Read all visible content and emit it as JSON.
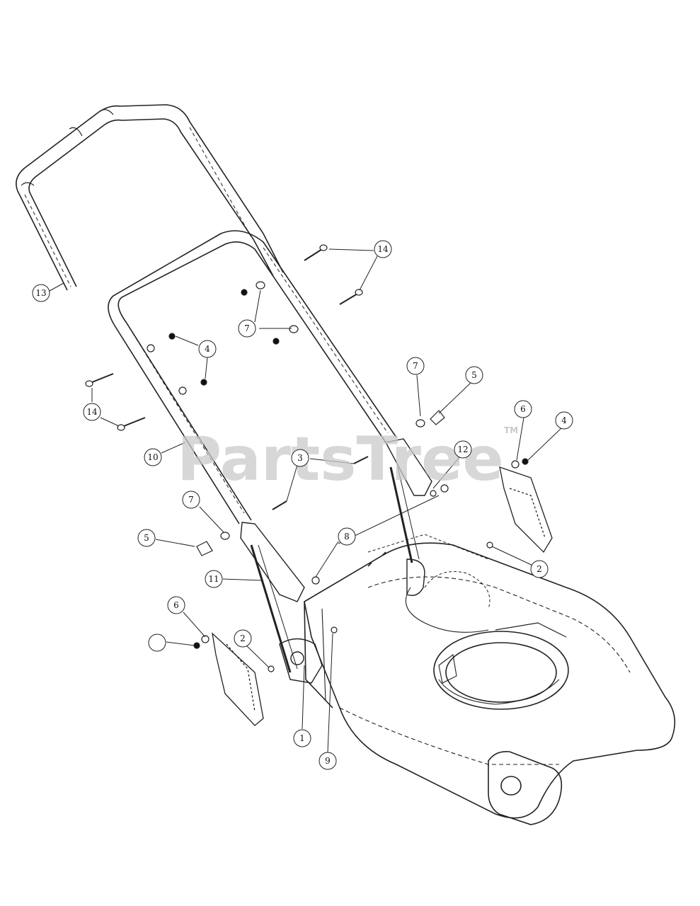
{
  "watermark": {
    "text": "PartsTree",
    "tm": "TM"
  },
  "callouts": [
    {
      "id": "c1",
      "label": "1"
    },
    {
      "id": "c2a",
      "label": "2"
    },
    {
      "id": "c2b",
      "label": "2"
    },
    {
      "id": "c3",
      "label": "3"
    },
    {
      "id": "c4a",
      "label": "4"
    },
    {
      "id": "c4b",
      "label": "4"
    },
    {
      "id": "c4c",
      "label": ""
    },
    {
      "id": "c5a",
      "label": "5"
    },
    {
      "id": "c5b",
      "label": "5"
    },
    {
      "id": "c6a",
      "label": "6"
    },
    {
      "id": "c6b",
      "label": "6"
    },
    {
      "id": "c7a",
      "label": "7"
    },
    {
      "id": "c7b",
      "label": "7"
    },
    {
      "id": "c7c",
      "label": "7"
    },
    {
      "id": "c8",
      "label": "8"
    },
    {
      "id": "c9",
      "label": "9"
    },
    {
      "id": "c10",
      "label": "10"
    },
    {
      "id": "c11",
      "label": "11"
    },
    {
      "id": "c12",
      "label": "12"
    },
    {
      "id": "c13",
      "label": "13"
    },
    {
      "id": "c14a",
      "label": "14"
    },
    {
      "id": "c14b",
      "label": "14"
    }
  ]
}
